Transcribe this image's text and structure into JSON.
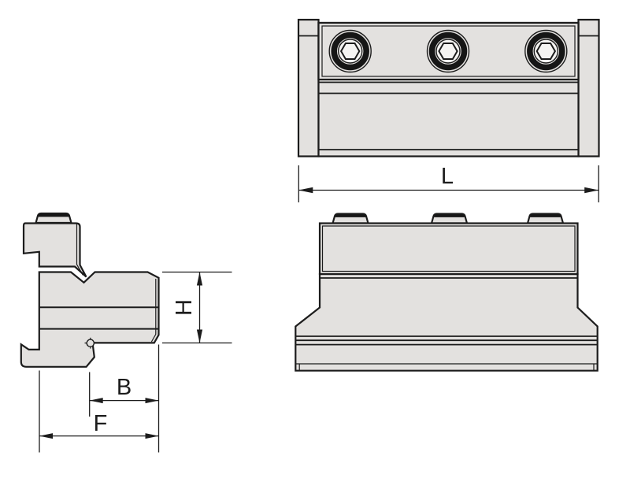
{
  "colors": {
    "line-color": "#1c1c1c",
    "part-fill": "#e3e1df",
    "screw-ring": "#161616",
    "screw-face": "#f5f4f2",
    "page-bg": "#ffffff"
  },
  "dimensions": {
    "L": "L",
    "H": "H",
    "B": "B",
    "F": "F"
  },
  "screws_visible": 3
}
